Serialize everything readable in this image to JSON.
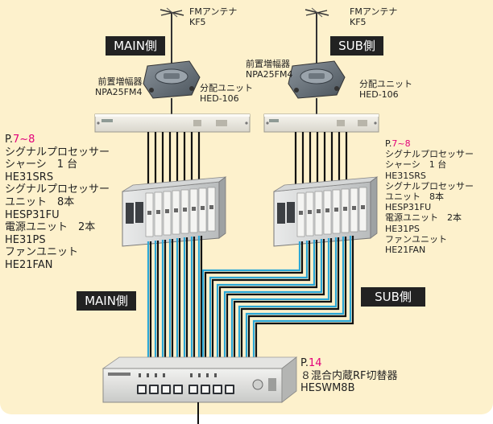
{
  "antenna": {
    "main": {
      "line1": "FMアンテナ",
      "line2": "KF5"
    },
    "sub": {
      "line1": "FMアンテナ",
      "line2": "KF5"
    }
  },
  "side_labels": {
    "main_top": "MAIN側",
    "sub_top": "SUB側",
    "main_bottom": "MAIN側",
    "sub_bottom": "SUB側"
  },
  "preamp": {
    "main": {
      "line1": "前置増幅器",
      "line2": "NPA25FM4"
    },
    "sub": {
      "line1": "前置増幅器",
      "line2": "NPA25FM4"
    }
  },
  "divider": {
    "main": {
      "line1": "分配ユニット",
      "line2": "HED-106"
    },
    "sub": {
      "line1": "分配ユニット",
      "line2": "HED-106"
    }
  },
  "processor_main": {
    "page_prefix": "P.",
    "page_from": "7",
    "page_sep": "~",
    "page_to": "8",
    "lines": [
      "シグナルプロセッサー",
      "シャーシ　1 台",
      "HE31SRS",
      "シグナルプロセッサー",
      "ユニット　8本",
      "HESP31FU",
      "電源ユニット　2本",
      "HE31PS",
      "ファンユニット",
      "HE21FAN"
    ]
  },
  "processor_sub": {
    "page_prefix": "P.",
    "page_from": "7",
    "page_sep": "~",
    "page_to": "8",
    "lines": [
      "シグナルプロセッサー",
      "シャーシ　1 台",
      "HE31SRS",
      "シグナルプロセッサー",
      "ユニット　8本",
      "HESP31FU",
      "電源ユニット　2本",
      "HE31PS",
      "ファンユニット",
      "HE21FAN"
    ]
  },
  "switcher": {
    "page_prefix": "P.",
    "page_num": "14",
    "lines": [
      "８混合内蔵RF切替器",
      "HESWM8B"
    ]
  },
  "colors": {
    "background": "#fdf1cc",
    "page_ref": "#e2007a",
    "cable_main": "#2aa7d6",
    "badge": "#222222"
  }
}
